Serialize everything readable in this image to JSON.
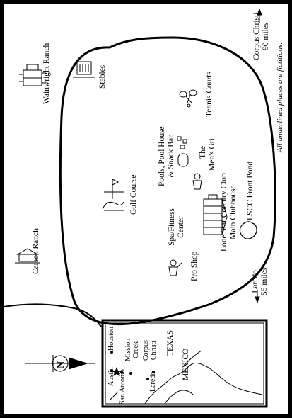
{
  "map": {
    "note": "All underlined places are fictitious.",
    "places": {
      "wainwright_ranch": "Wainwright Ranch",
      "stables": "Stables",
      "tennis_courts": "Tennis Courts",
      "pools": [
        "Pools, Pool House",
        "& Snack Bar"
      ],
      "mens_grill": [
        "The",
        "Men's Grill"
      ],
      "golf_course": "Golf Course",
      "spa": [
        "Spa/Fitness",
        "Center"
      ],
      "clubhouse": [
        "Lone Star Country Club",
        "Main Clubhouse"
      ],
      "front_pond": "LSCC Front Pond",
      "pro_shop": "Pro Shop",
      "carson_ranch": "Carson Ranch"
    },
    "directions": {
      "corpus_christi": [
        "Corpus Christi",
        "90 miles"
      ],
      "laredo": [
        "Laredo",
        "55 miles"
      ]
    },
    "compass_letter": "N",
    "inset": {
      "cities": [
        "Austin",
        "Houston",
        "San Antonio",
        "Mission Creek",
        "Corpus Christi",
        "Laredo"
      ],
      "mission_creek": [
        "Mission",
        "Creek"
      ],
      "corpus": [
        "Corpus",
        "Christi"
      ],
      "state": "TEXAS",
      "country": "MEXICO"
    }
  }
}
